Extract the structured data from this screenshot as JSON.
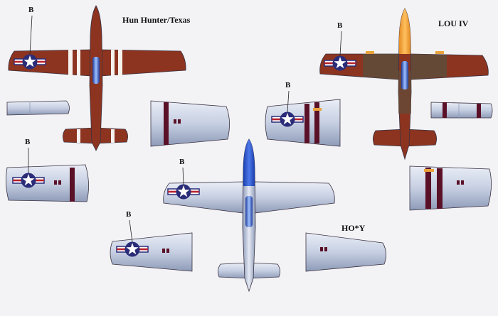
{
  "titles": {
    "aircraft_1": "Hun Hunter/Texas",
    "aircraft_2": "LOU IV",
    "aircraft_3": "HO*Y"
  },
  "position_marker": "B",
  "colors": {
    "background": "#f3f3f6",
    "maroon_paint": "#8c3420",
    "olive_drab": "#5e4e3c",
    "natural_metal": "#c8d0e0",
    "metal_shade": "#8e9bb8",
    "blue_nose": "#2a55c8",
    "yellow_nose": "#f2a238",
    "invasion_stripe": "#5a1026",
    "stripe_white": "#f6f2ee",
    "insignia_blue": "#2a2c78",
    "outline": "#3a3140"
  },
  "icons": [
    "star-insignia",
    "aircraft-top-view",
    "wing-panel"
  ]
}
